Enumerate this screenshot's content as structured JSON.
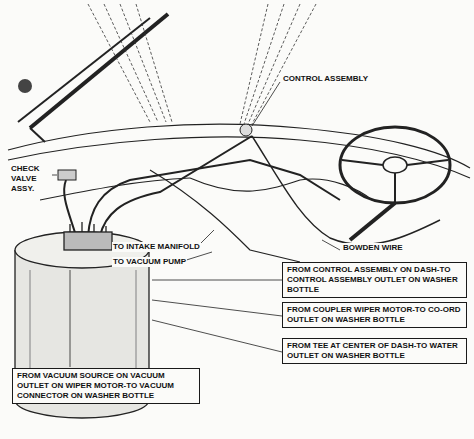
{
  "diagram": {
    "nodes": [
      {
        "text": [
          "FROM CONTROL ASSEMBLY ON DASH-TO CONTROL ASSEMBLY OUTLET ON WASHER BOTTLE"
        ]
      },
      {
        "text": [
          "FROM COUPLER WIPER MOTOR-TO CO-ORD OUTLET ON WASHER BOTTLE"
        ]
      },
      {
        "text": [
          "FROM TEE AT CENTER OF DASH-TO WATER OUTLET ON WASHER BOTTLE"
        ]
      },
      {
        "text": [
          "FROM VACUUM SOURCE ON VACUUM OUTLET ON WIPER MOTOR-TO VACUUM CONNECTOR ON WASHER BOTTLE"
        ]
      }
    ],
    "labels": [
      "CONTROL ASSEMBLY",
      "CHECK VALVE ASSY.",
      "TO INTAKE MANIFOLD",
      "TO VACUUM PUMP",
      "BOWDEN WIRE"
    ]
  }
}
